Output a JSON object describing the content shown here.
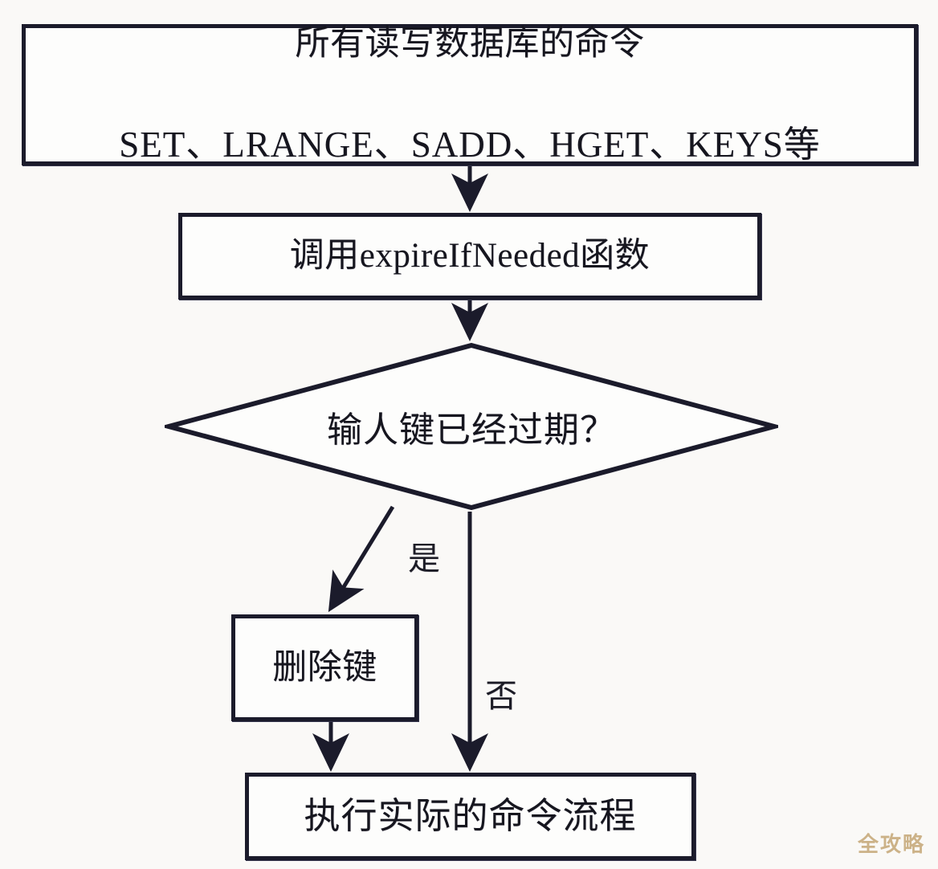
{
  "diagram": {
    "title": "Redis 过期键惰性删除流程图",
    "colors": {
      "background": "#faf9f7",
      "node_fill": "#fdfdfc",
      "stroke": "#1b1b2b",
      "text": "#16161f",
      "watermark": "#c9ad7f"
    },
    "nodes": [
      {
        "id": "commands",
        "shape": "rectangle",
        "line1": "所有读写数据库的命令",
        "line2": "SET、LRANGE、SADD、HGET、KEYS等"
      },
      {
        "id": "call",
        "shape": "rectangle",
        "text": "调用expireIfNeeded函数"
      },
      {
        "id": "decision",
        "shape": "diamond",
        "text": "输人键已经过期？"
      },
      {
        "id": "delete",
        "shape": "rectangle",
        "text": "删除键"
      },
      {
        "id": "execute",
        "shape": "rectangle",
        "text": "执行实际的命令流程"
      }
    ],
    "edges": [
      {
        "id": "e1",
        "from": "commands",
        "to": "call",
        "label": ""
      },
      {
        "id": "e2",
        "from": "call",
        "to": "decision",
        "label": ""
      },
      {
        "id": "e3",
        "from": "decision",
        "to": "delete",
        "label": "是"
      },
      {
        "id": "e4",
        "from": "decision",
        "to": "execute",
        "label": "否"
      },
      {
        "id": "e5",
        "from": "delete",
        "to": "execute",
        "label": ""
      }
    ],
    "edge_labels": {
      "yes": "是",
      "no": "否"
    },
    "watermark": "全攻略"
  }
}
